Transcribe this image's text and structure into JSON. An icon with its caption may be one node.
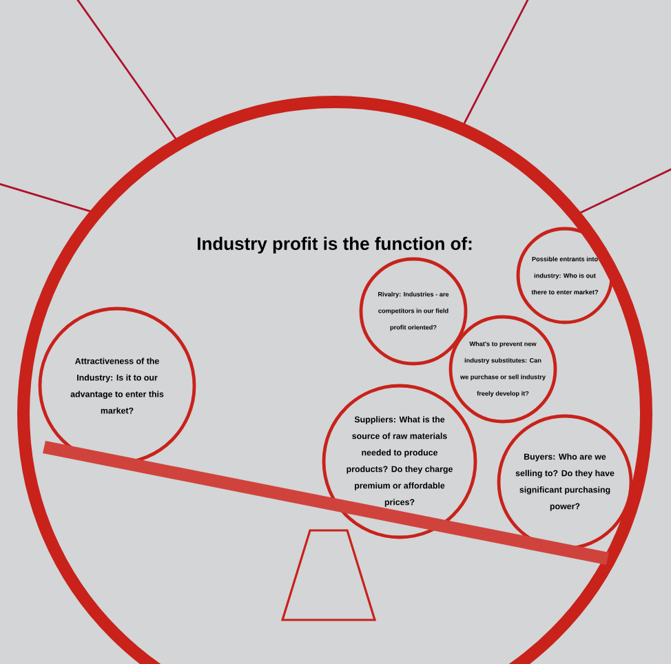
{
  "diagram": {
    "title": "Industry profit is the function of:",
    "nodes": [
      {
        "text": [
          "Rivalry: Industries - are competitors in our field profit oriented?"
        ]
      },
      {
        "text": [
          "Possible entrants into industry: Who is out there to enter market?"
        ]
      },
      {
        "text": [
          "What's to prevent new industry substitutes: Can we purchase or sell industry freely develop it?"
        ]
      },
      {
        "text": [
          "Attractiveness of the Industry: Is it to our advantage to enter this market?"
        ]
      },
      {
        "text": [
          "Suppliers: What is the source of raw materials needed to produce products? Do they charge premium or affordable prices?"
        ]
      },
      {
        "text": [
          "Buyers: Who are we selling to? Do they have significant purchasing power?"
        ]
      }
    ]
  }
}
